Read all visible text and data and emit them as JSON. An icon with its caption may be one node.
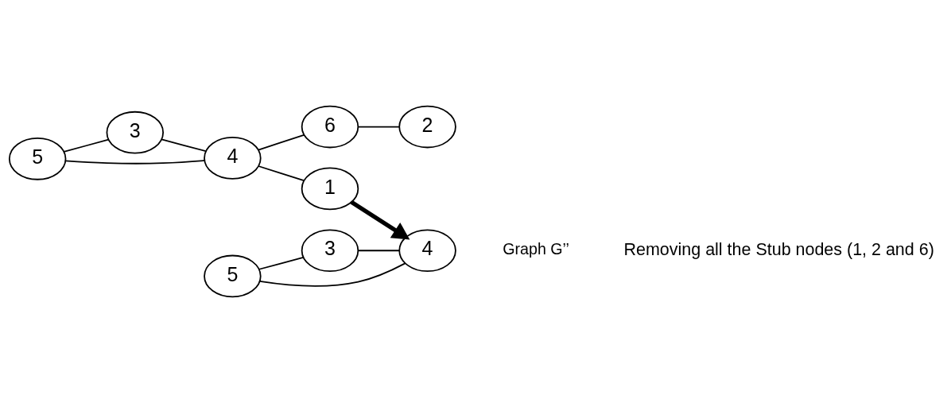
{
  "diagram": {
    "nodes": [
      {
        "text": [
          "5"
        ]
      },
      {
        "text": [
          "3"
        ]
      },
      {
        "text": [
          "4"
        ]
      },
      {
        "text": [
          "1"
        ]
      },
      {
        "text": [
          "6"
        ]
      },
      {
        "text": [
          "2"
        ]
      },
      {
        "text": [
          "5"
        ]
      },
      {
        "text": [
          "3"
        ]
      },
      {
        "text": [
          "4"
        ]
      }
    ],
    "edges": [
      {
        "from": 0,
        "to": 1,
        "arrow": "none"
      },
      {
        "from": 0,
        "to": 2,
        "arrow": "none"
      },
      {
        "from": 1,
        "to": 2,
        "arrow": "none"
      },
      {
        "from": 2,
        "to": 3,
        "arrow": "none"
      },
      {
        "from": 2,
        "to": 4,
        "arrow": "none"
      },
      {
        "from": 4,
        "to": 5,
        "arrow": "none"
      },
      {
        "from": 6,
        "to": 7,
        "arrow": "none"
      },
      {
        "from": 6,
        "to": 8,
        "arrow": "none"
      },
      {
        "from": 7,
        "to": 8,
        "arrow": "none"
      },
      {
        "from": 3,
        "to": 8,
        "arrow": "to",
        "style": "thick"
      }
    ],
    "labels": [
      "Graph G’’",
      "Removing all the Stub nodes (1, 2 and 6)"
    ]
  }
}
